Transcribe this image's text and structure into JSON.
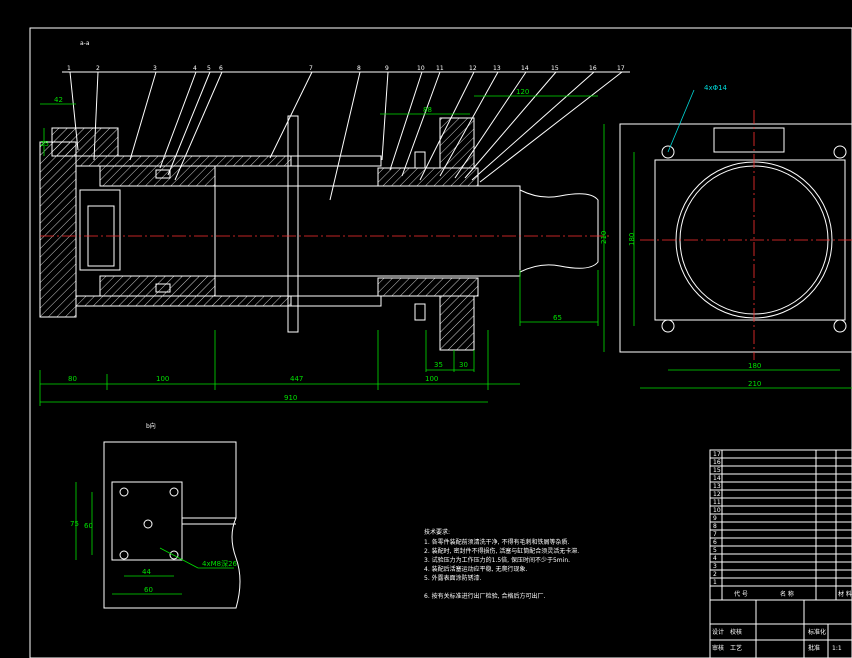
{
  "view_labels": {
    "main": "a-a",
    "detail": "b向"
  },
  "part_numbers": [
    "1",
    "2",
    "3",
    "4",
    "5",
    "6",
    "7",
    "8",
    "9",
    "10",
    "11",
    "12",
    "13",
    "14",
    "15",
    "16",
    "17"
  ],
  "dimensions": {
    "d42": "42",
    "d25": "25",
    "d88": "88",
    "d120": "120",
    "d80": "80",
    "d100a": "100",
    "d447": "447",
    "d100b": "100",
    "d910": "910",
    "d35": "35",
    "d30": "30",
    "d65": "65",
    "d210v": "210",
    "d180v": "180",
    "d180h": "180",
    "d210h": "210",
    "holes_flange": "4xΦ14",
    "d75": "75",
    "d60v": "60",
    "d44": "44",
    "d60h": "60",
    "holes_plate": "4xM8深26"
  },
  "tech_requirements": {
    "heading": "技术要求:",
    "lines": [
      "1. 各零件装配前须清洗干净, 不得有毛刺和铁屑等杂质.",
      "2. 装配时, 密封件不得损伤, 活塞与缸筒配合须灵活无卡滞.",
      "3. 试验压力为工作压力的1.5倍, 保压时间不少于5min.",
      "4. 装配后活塞运动应平稳, 无爬行现象.",
      "5. 外露表面涂防锈漆.",
      "6. 按有关标准进行出厂检验, 合格后方可出厂."
    ]
  },
  "title_block": {
    "rows": [
      "17",
      "16",
      "15",
      "14",
      "13",
      "12",
      "11",
      "10",
      "9",
      "8",
      "7",
      "6",
      "5",
      "4",
      "3",
      "2",
      "1"
    ],
    "header": {
      "code": "代 号",
      "name": "名 称",
      "material": "材 料"
    },
    "cells": [
      "设计",
      "校核",
      "审核",
      "工艺",
      "标准化",
      "批准"
    ],
    "scale": "1:1"
  }
}
